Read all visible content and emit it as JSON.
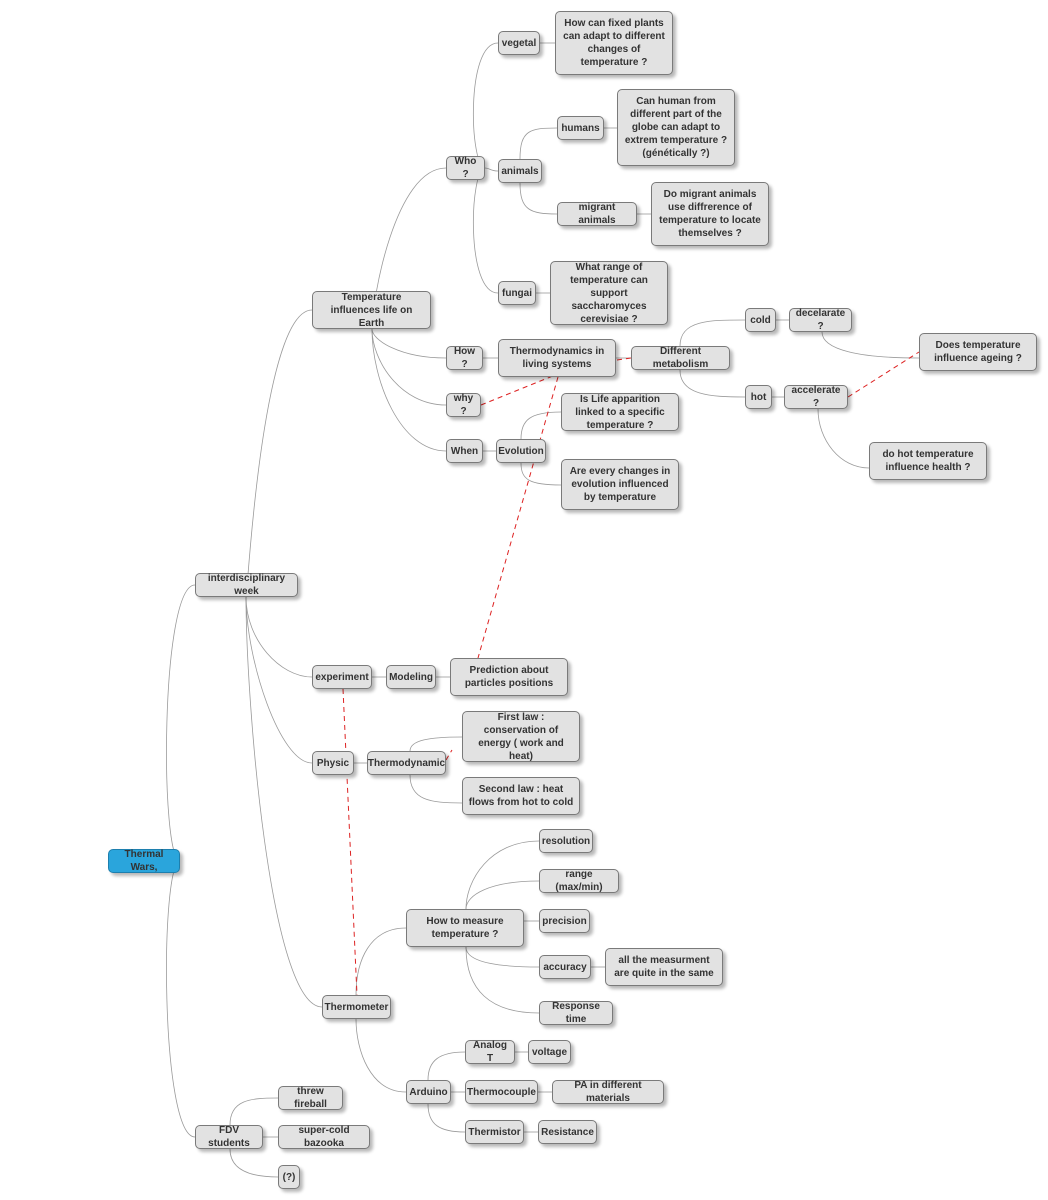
{
  "nodes": {
    "root": "Thermal Wars,",
    "interdisciplinary": "interdisciplinary week",
    "fdv": "FDV students",
    "temp_life": "Temperature influences life on Earth",
    "experiment": "experiment",
    "physic": "Physic",
    "thermometer": "Thermometer",
    "who": "Who ?",
    "how": "How ?",
    "why": "why ?",
    "when": "When",
    "vegetal": "vegetal",
    "animals": "animals",
    "fungai": "fungai",
    "q_plants": "How can fixed plants can adapt to different changes of temperature ?",
    "humans": "humans",
    "migrant": "migrant animals",
    "q_humans": "Can human from different part of the globe can adapt to extrem temperature ? (génétically ?)",
    "q_migrant": "Do migrant animals use diffrerence of temperature to locate themselves ?",
    "q_fungai": "What range of temperature can support saccharomyces cerevisiae ?",
    "thermo_living": "Thermodynamics in living systems",
    "metabolism": "Different metabolism",
    "cold": "cold",
    "hot": "hot",
    "decelarate": "decelarate ?",
    "accelerate": "accelerate ?",
    "ageing": "Does temperature influence ageing ?",
    "health": "do hot temperature influence health ?",
    "evolution": "Evolution",
    "life_apparition": "Is Life apparition linked to a specific temperature ?",
    "evolution_changes": "Are every changes in evolution influenced by temperature",
    "modeling": "Modeling",
    "prediction": "Prediction about particles positions",
    "thermodynamic": "Thermodynamic",
    "first_law": "First law : conservation of energy ( work and heat)",
    "second_law": "Second law : heat flows from hot to cold",
    "how_measure": "How to measure temperature ?",
    "arduino": "Arduino",
    "resolution": "resolution",
    "range": "range (max/min)",
    "precision": "precision",
    "accuracy": "accuracy",
    "accuracy_note": "all the measurment are quite in the same",
    "response_time": "Response time",
    "analog": "Analog T",
    "thermocouple": "Thermocouple",
    "thermistor": "Thermistor",
    "voltage": "voltage",
    "pa_materials": "PA in different materials",
    "resistance": "Resistance",
    "fireball": "threw fireball",
    "bazooka": "super-cold bazooka",
    "unknown": "(?)"
  },
  "colors": {
    "node_fill": "#e2e2e2",
    "node_border": "#7a7a7a",
    "root_fill": "#2aa5dc",
    "tree_line": "#9a9a9a",
    "link_line": "#dd2222"
  }
}
